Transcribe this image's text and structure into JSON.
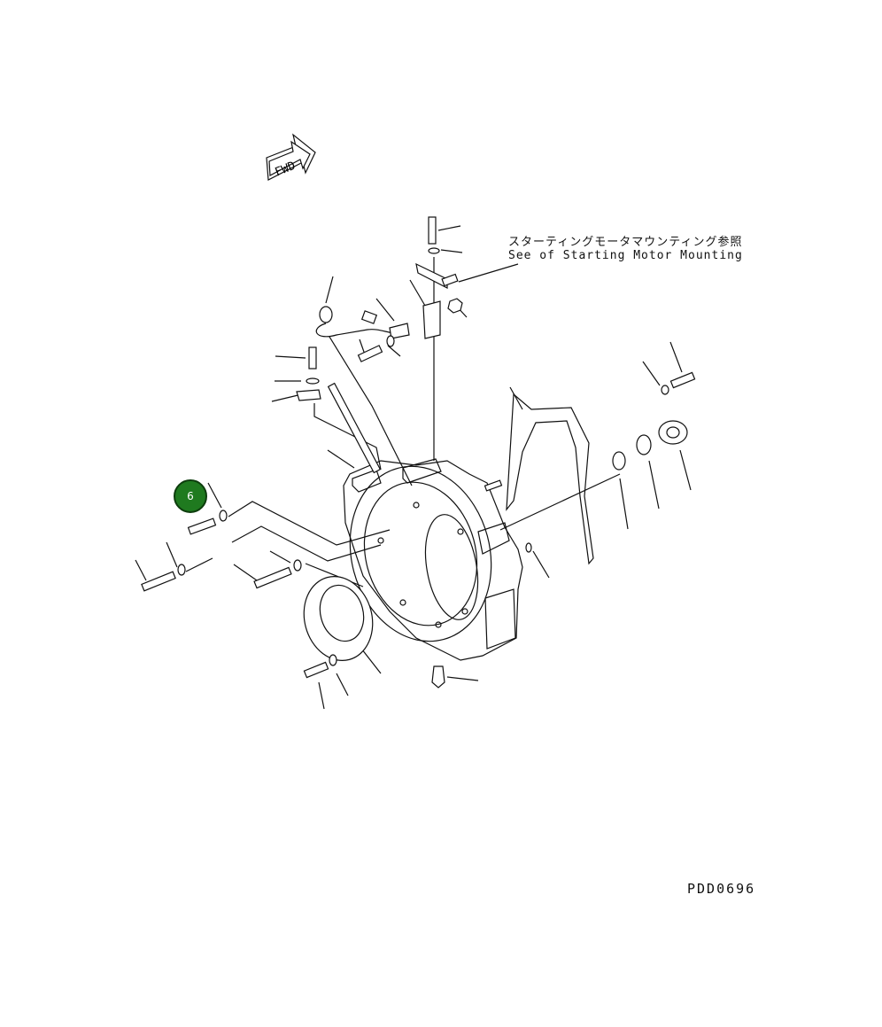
{
  "direction_label": "FWD",
  "reference_note": {
    "japanese": "スターティングモータマウンティング参照",
    "english": "See of Starting Motor Mounting"
  },
  "callouts": [
    {
      "number": "6",
      "color": "#1f7a1f"
    }
  ],
  "drawing_id": "PDD0696"
}
